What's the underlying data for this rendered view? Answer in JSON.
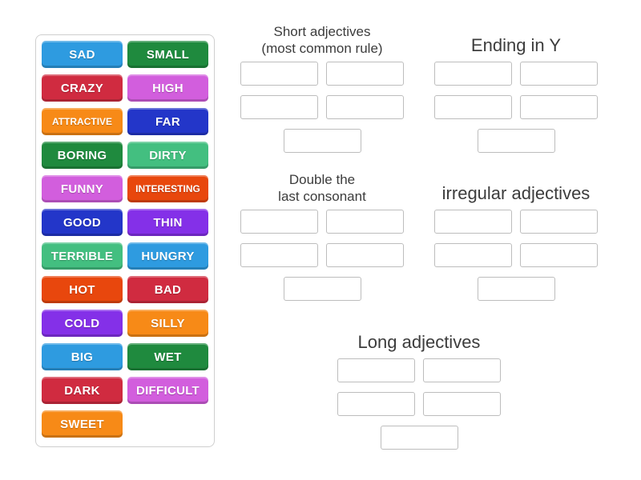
{
  "page": {
    "background": "#ffffff",
    "text_color": "#3c3c3c"
  },
  "palette": {
    "blue": "#2E9BE0",
    "green_dark": "#1F8A3E",
    "red": "#D02B40",
    "orchid": "#D25EDD",
    "orange": "#F78A17",
    "royal_blue": "#2336C9",
    "green_medium": "#43BF80",
    "orange_red": "#E8470D",
    "purple": "#8430E8"
  },
  "word_bank": {
    "words": [
      {
        "label": "SAD",
        "color": "blue"
      },
      {
        "label": "SMALL",
        "color": "green_dark"
      },
      {
        "label": "CRAZY",
        "color": "red"
      },
      {
        "label": "HIGH",
        "color": "orchid"
      },
      {
        "label": "ATTRACTIVE",
        "color": "orange",
        "small_text": true
      },
      {
        "label": "FAR",
        "color": "royal_blue"
      },
      {
        "label": "BORING",
        "color": "green_dark"
      },
      {
        "label": "DIRTY",
        "color": "green_medium"
      },
      {
        "label": "FUNNY",
        "color": "orchid"
      },
      {
        "label": "INTERESTING",
        "color": "orange_red",
        "small_text": true
      },
      {
        "label": "GOOD",
        "color": "royal_blue"
      },
      {
        "label": "THIN",
        "color": "purple"
      },
      {
        "label": "TERRIBLE",
        "color": "green_medium"
      },
      {
        "label": "HUNGRY",
        "color": "blue"
      },
      {
        "label": "HOT",
        "color": "orange_red"
      },
      {
        "label": "BAD",
        "color": "red"
      },
      {
        "label": "COLD",
        "color": "purple"
      },
      {
        "label": "SILLY",
        "color": "orange"
      },
      {
        "label": "BIG",
        "color": "blue"
      },
      {
        "label": "WET",
        "color": "green_dark"
      },
      {
        "label": "DARK",
        "color": "red"
      },
      {
        "label": "DIFFICULT",
        "color": "orchid"
      },
      {
        "label": "SWEET",
        "color": "orange"
      }
    ]
  },
  "groups": {
    "short": {
      "title": "Short adjectives\n(most common rule)",
      "slots": 5
    },
    "ending_y": {
      "title": "Ending in Y",
      "slots": 5
    },
    "double_consonant": {
      "title": "Double the\nlast consonant",
      "slots": 5
    },
    "irregular": {
      "title": "irregular adjectives",
      "slots": 5
    },
    "long": {
      "title": "Long adjectives",
      "slots": 5
    }
  }
}
